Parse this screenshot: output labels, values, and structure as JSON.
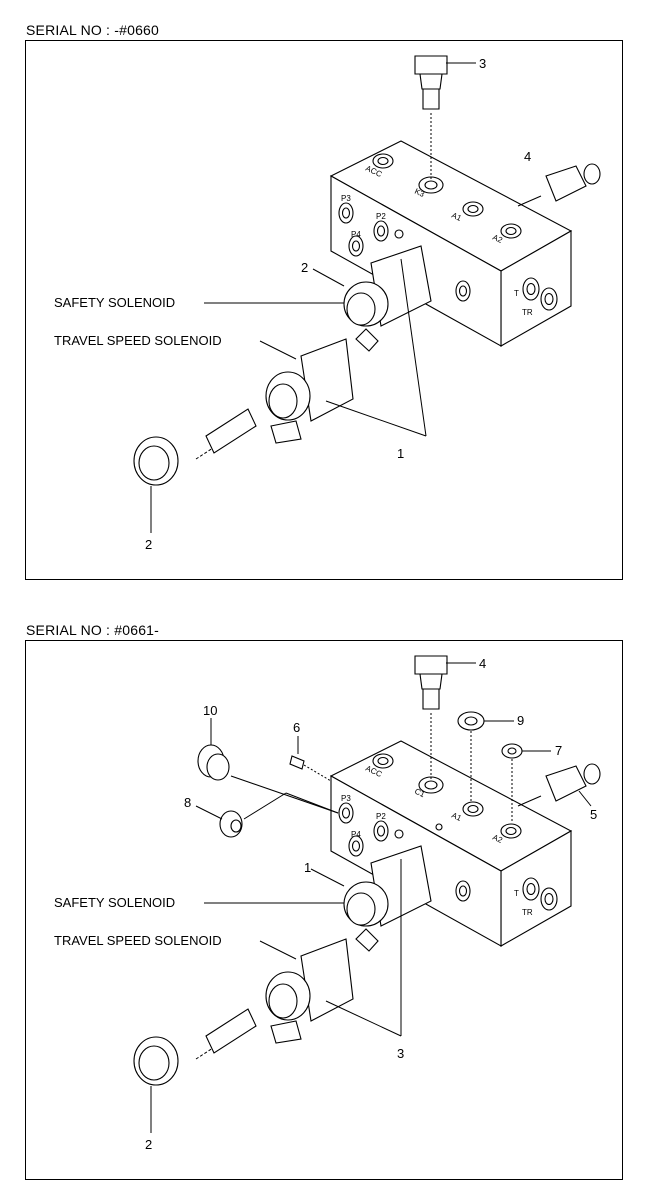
{
  "diagrams": [
    {
      "serial": "SERIAL NO : -#0660",
      "labels": {
        "safety": "SAFETY SOLENOID",
        "travel": "TRAVEL SPEED SOLENOID"
      },
      "callouts": [
        "1",
        "2",
        "2",
        "3",
        "4"
      ],
      "ports": [
        "ACC",
        "K3",
        "A1",
        "A2",
        "P3",
        "P2",
        "P4",
        "T",
        "TR"
      ]
    },
    {
      "serial": "SERIAL NO : #0661-",
      "labels": {
        "safety": "SAFETY SOLENOID",
        "travel": "TRAVEL SPEED SOLENOID"
      },
      "callouts": [
        "1",
        "2",
        "3",
        "4",
        "5",
        "6",
        "7",
        "8",
        "9",
        "10"
      ],
      "ports": [
        "ACC",
        "C1",
        "A1",
        "A2",
        "P3",
        "P2",
        "P4",
        "T",
        "TR"
      ]
    }
  ]
}
